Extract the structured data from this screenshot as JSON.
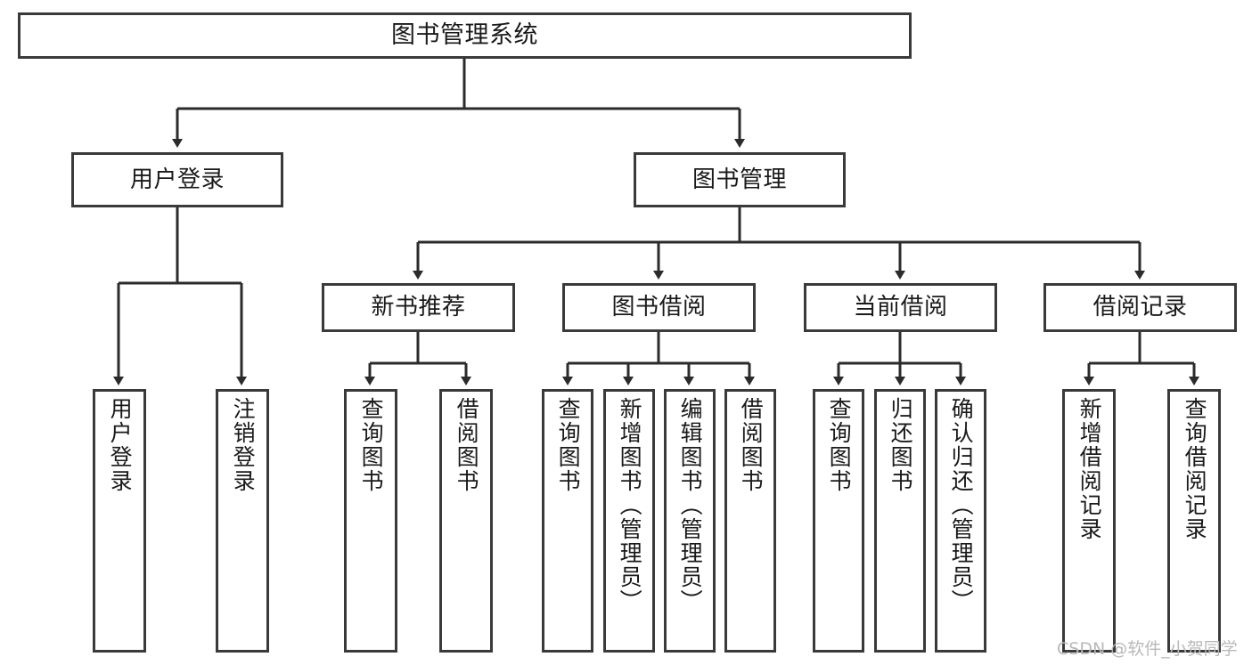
{
  "diagram": {
    "title": "图书管理系统",
    "type": "tree-hierarchy-diagram",
    "colors": {
      "stroke": "#3a3a3a",
      "fill": "#ffffff",
      "text": "#1a1a1a",
      "watermark": "#b9b9b9"
    }
  },
  "root": {
    "label": "图书管理系统"
  },
  "level2": [
    {
      "label": "用户登录"
    },
    {
      "label": "图书管理"
    }
  ],
  "level3": [
    {
      "label": "新书推荐"
    },
    {
      "label": "图书借阅"
    },
    {
      "label": "当前借阅"
    },
    {
      "label": "借阅记录"
    }
  ],
  "leaves": {
    "user_login": [
      {
        "label": "用户登录"
      },
      {
        "label": "注销登录"
      }
    ],
    "new_book_recommend": [
      {
        "label": "查询图书"
      },
      {
        "label": "借阅图书"
      }
    ],
    "book_borrow": [
      {
        "label": "查询图书"
      },
      {
        "label": "新增图书（管理员）"
      },
      {
        "label": "编辑图书（管理员）"
      },
      {
        "label": "借阅图书"
      }
    ],
    "current_borrow": [
      {
        "label": "查询图书"
      },
      {
        "label": "归还图书"
      },
      {
        "label": "确认归还（管理员）"
      }
    ],
    "borrow_record": [
      {
        "label": "新增借阅记录"
      },
      {
        "label": "查询借阅记录"
      }
    ]
  },
  "watermark": {
    "text": "CSDN @软件_小贺同学"
  }
}
